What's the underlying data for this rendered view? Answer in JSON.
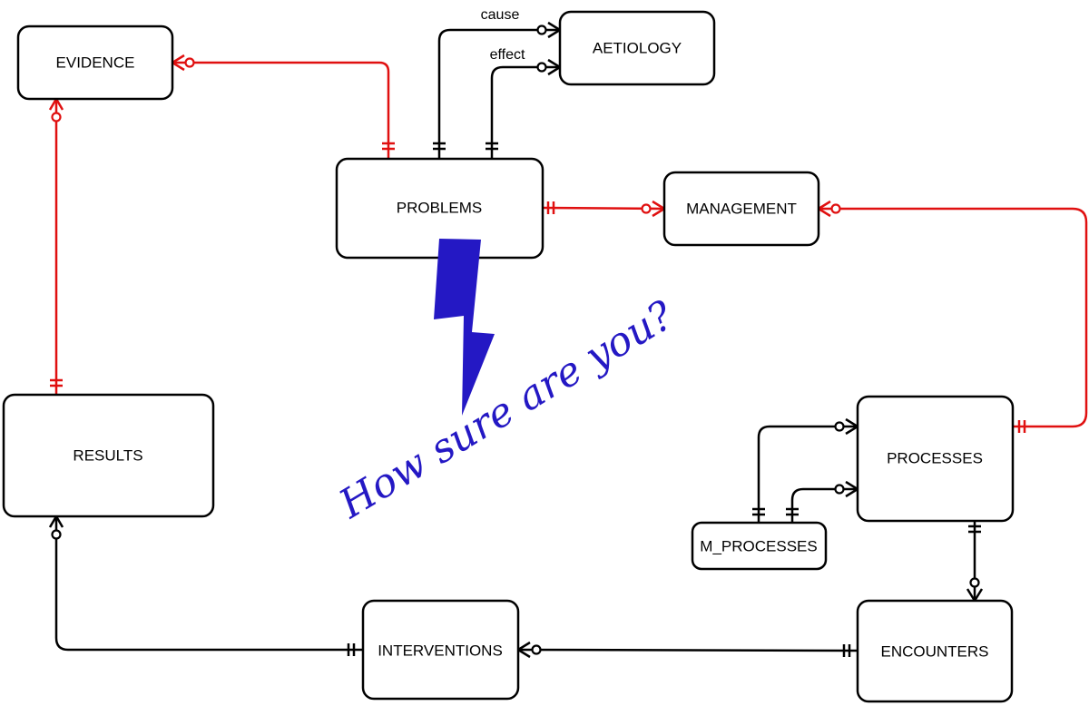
{
  "colors": {
    "line_black": "#000000",
    "line_red": "#e01010",
    "callout_blue": "#2418c4"
  },
  "entities": {
    "evidence": "EVIDENCE",
    "aetiology": "AETIOLOGY",
    "problems": "PROBLEMS",
    "management": "MANAGEMENT",
    "results": "RESULTS",
    "processes": "PROCESSES",
    "m_processes": "M_PROCESSES",
    "interventions": "INTERVENTIONS",
    "encounters": "ENCOUNTERS"
  },
  "relationships": {
    "cause": "cause",
    "effect": "effect"
  },
  "annotation": {
    "callout_text": "How sure are you?",
    "icon": "lightning-bolt-icon"
  }
}
